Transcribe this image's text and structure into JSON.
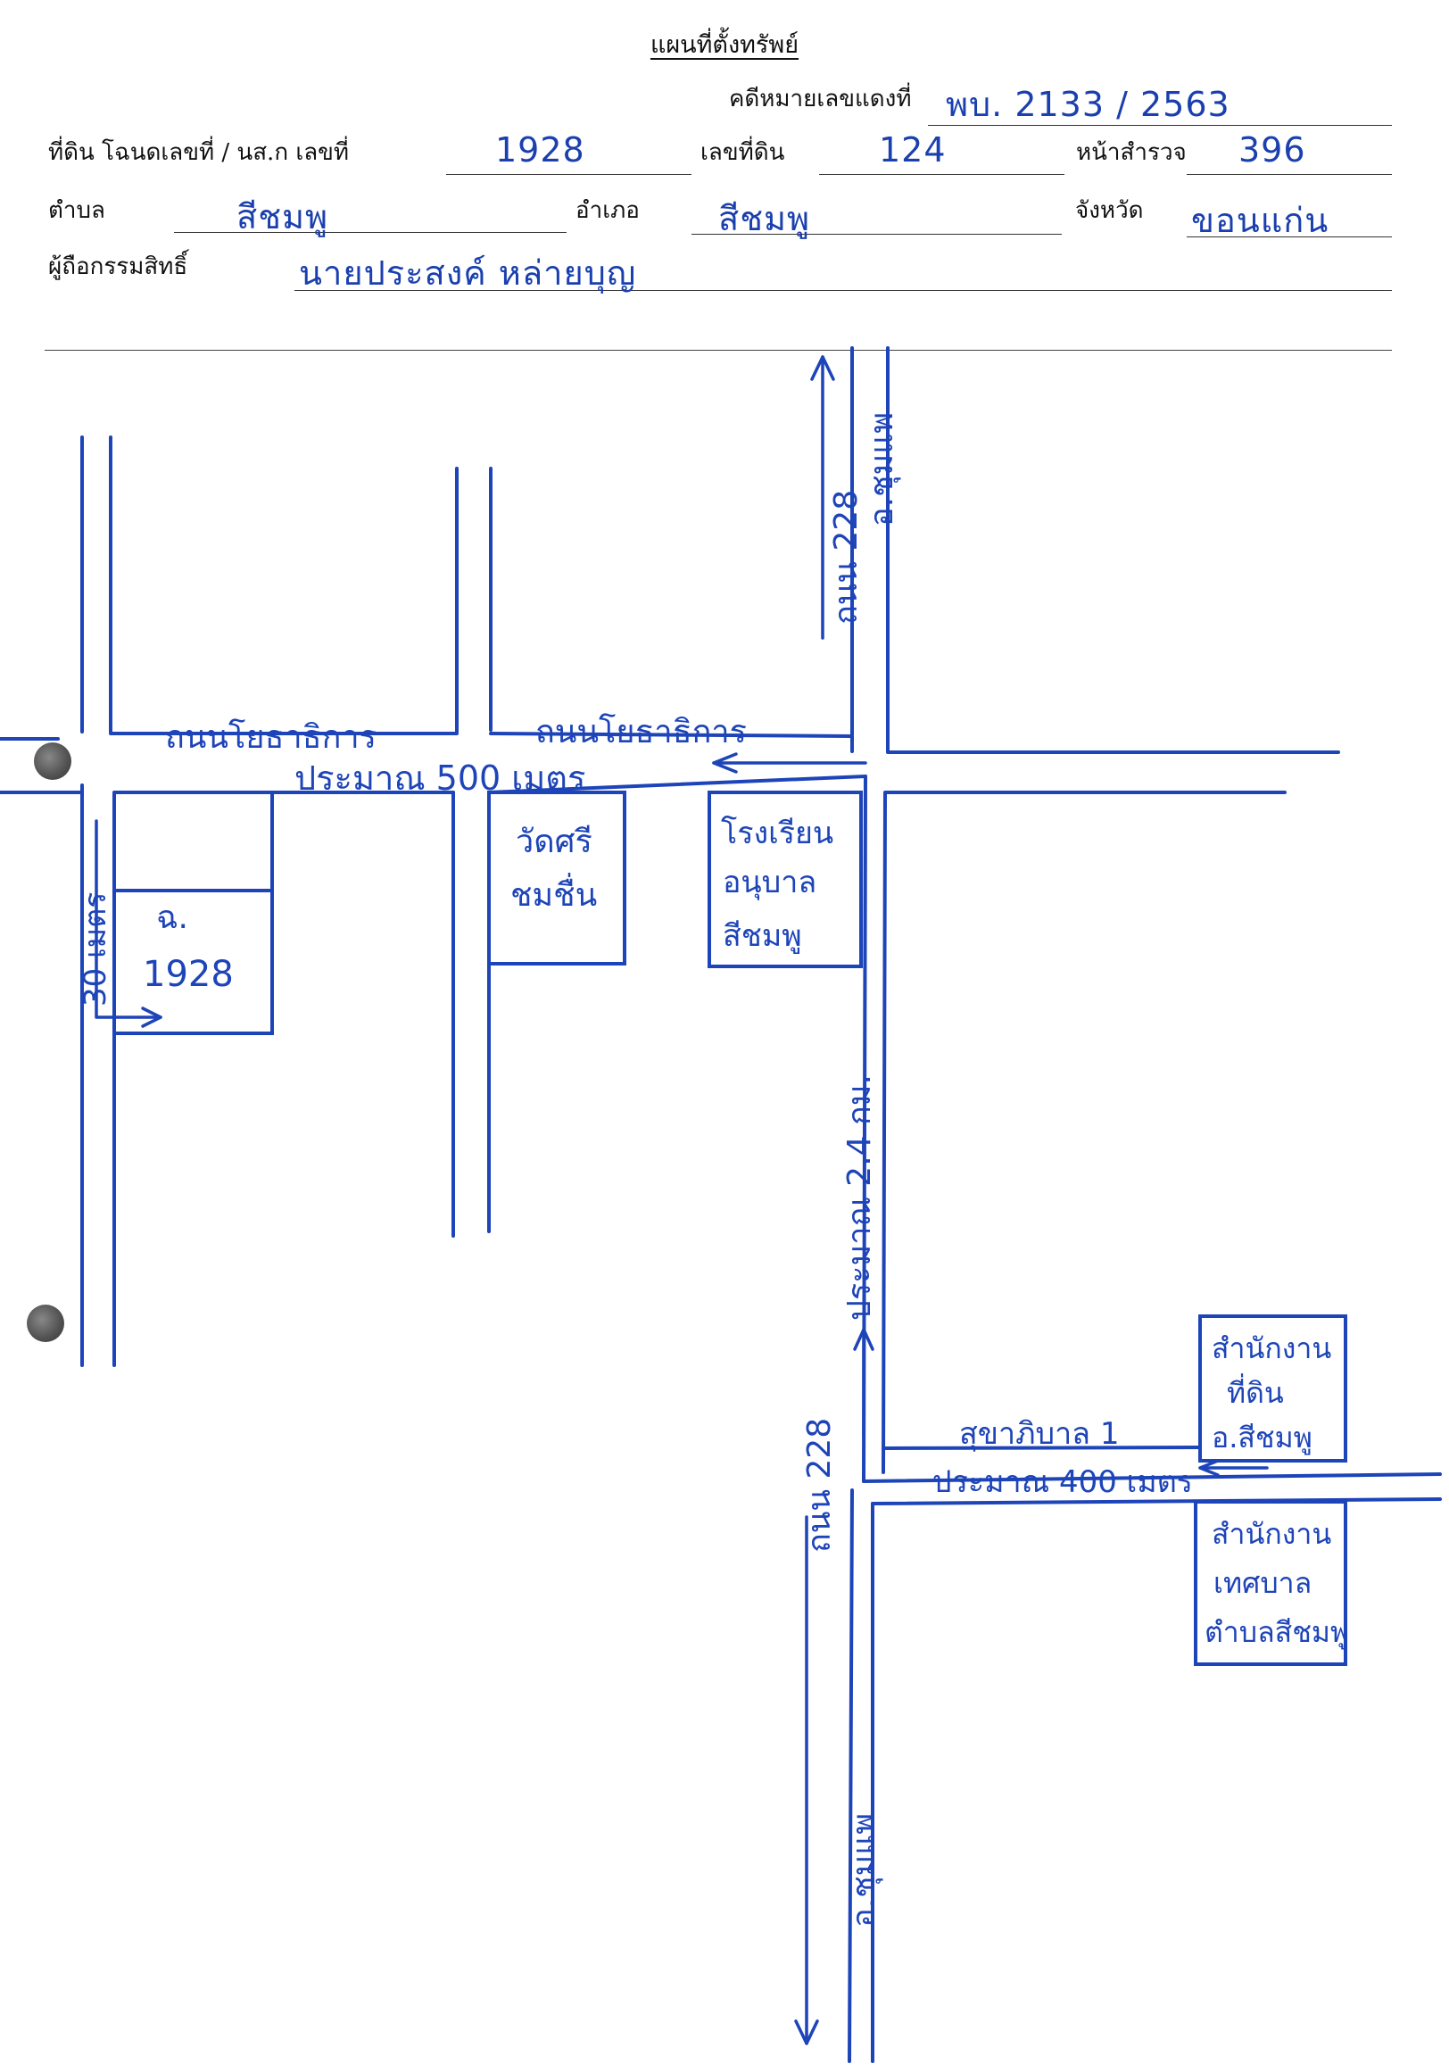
{
  "header": {
    "title": "แผนที่ตั้งทรัพย์",
    "case_label": "คดีหมายเลขแดงที่",
    "case_value": "พบ. 2133 / 2563",
    "deed_label": "ที่ดิน โฉนดเลขที่ / นส.ก เลขที่",
    "deed_value": "1928",
    "land_no_label": "เลขที่ดิน",
    "land_no_value": "124",
    "survey_label": "หน้าสำรวจ",
    "survey_value": "396",
    "tambon_label": "ตำบล",
    "tambon_value": "สีชมพู",
    "amphoe_label": "อำเภอ",
    "amphoe_value": "สีชมพู",
    "province_label": "จังหวัด",
    "province_value": "ขอนแก่น",
    "owner_label": "ผู้ถือกรรมสิทธิ์",
    "owner_value": "นายประสงค์ หล่ายบุญ"
  },
  "map": {
    "road_north_label": "ถนน 228",
    "road_north_dest": "อ.ชุมแพ",
    "road_south_label": "ถนน 228",
    "road_south_dest": "อ.ชุมแพ",
    "road_yotha_left": "ถนนโยธาธิการ",
    "road_yotha_right": "ถนนโยธาธิการ",
    "dist_500": "ประมาณ 500 เมตร",
    "dist_24km": "ประมาณ 2.4 กม.",
    "dist_400": "ประมาณ 400 เมตร",
    "dist_30": "30 เมตร",
    "parcel_label_1": "ฉ.",
    "parcel_label_2": "1928",
    "temple_1": "วัดศรี",
    "temple_2": "ชมชื่น",
    "school_1": "โรงเรียน",
    "school_2": "อนุบาล",
    "school_3": "สีชมพู",
    "road_sukapiban": "สุขาภิบาล 1",
    "land_office_1": "สำนักงาน",
    "land_office_2": "ที่ดิน",
    "land_office_3": "อ.สีชมพู",
    "municipal_1": "สำนักงาน",
    "municipal_2": "เทศบาล",
    "municipal_3": "ตำบลสีชมพู"
  }
}
